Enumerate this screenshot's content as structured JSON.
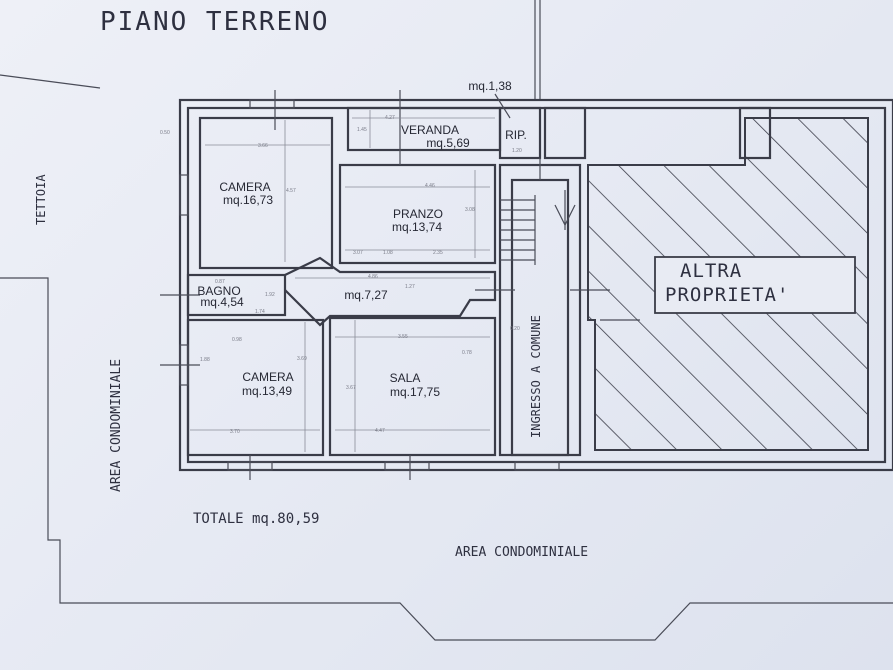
{
  "title": "PIANO TERRENO",
  "labels": {
    "tettoia": "TETTOIA",
    "area_left": "AREA CONDOMINIALE",
    "area_bottom": "AREA CONDOMINIALE",
    "altra": "ALTRA PROPRIETA'",
    "ingresso": "INGRESSO A COMUNE",
    "totale": "TOTALE mq.80,59"
  },
  "rooms": [
    {
      "name": "CAMERA",
      "area": "mq.16,73"
    },
    {
      "name": "VERANDA",
      "area": "mq.5,69"
    },
    {
      "name": "RIP.",
      "area": "mq.1,38"
    },
    {
      "name": "PRANZO",
      "area": "mq.13,74"
    },
    {
      "name": "BAGNO",
      "area": "mq.4,54"
    },
    {
      "name": "",
      "area": "mq.7,27"
    },
    {
      "name": "CAMERA",
      "area": "mq.13,49"
    },
    {
      "name": "SALA",
      "area": "mq.17,75"
    }
  ],
  "dimensions": [
    "0.50",
    "3.66",
    "4.57",
    "4.27",
    "1.45",
    "4.46",
    "3.08",
    "3.07",
    "1.08",
    "2.35",
    "0.87",
    "1.92",
    "1.74",
    "4.86",
    "1.27",
    "0.98",
    "1.88",
    "3.69",
    "3.55",
    "0.78",
    "3.67",
    "3.70",
    "4.47",
    "0.20",
    "1.20"
  ]
}
